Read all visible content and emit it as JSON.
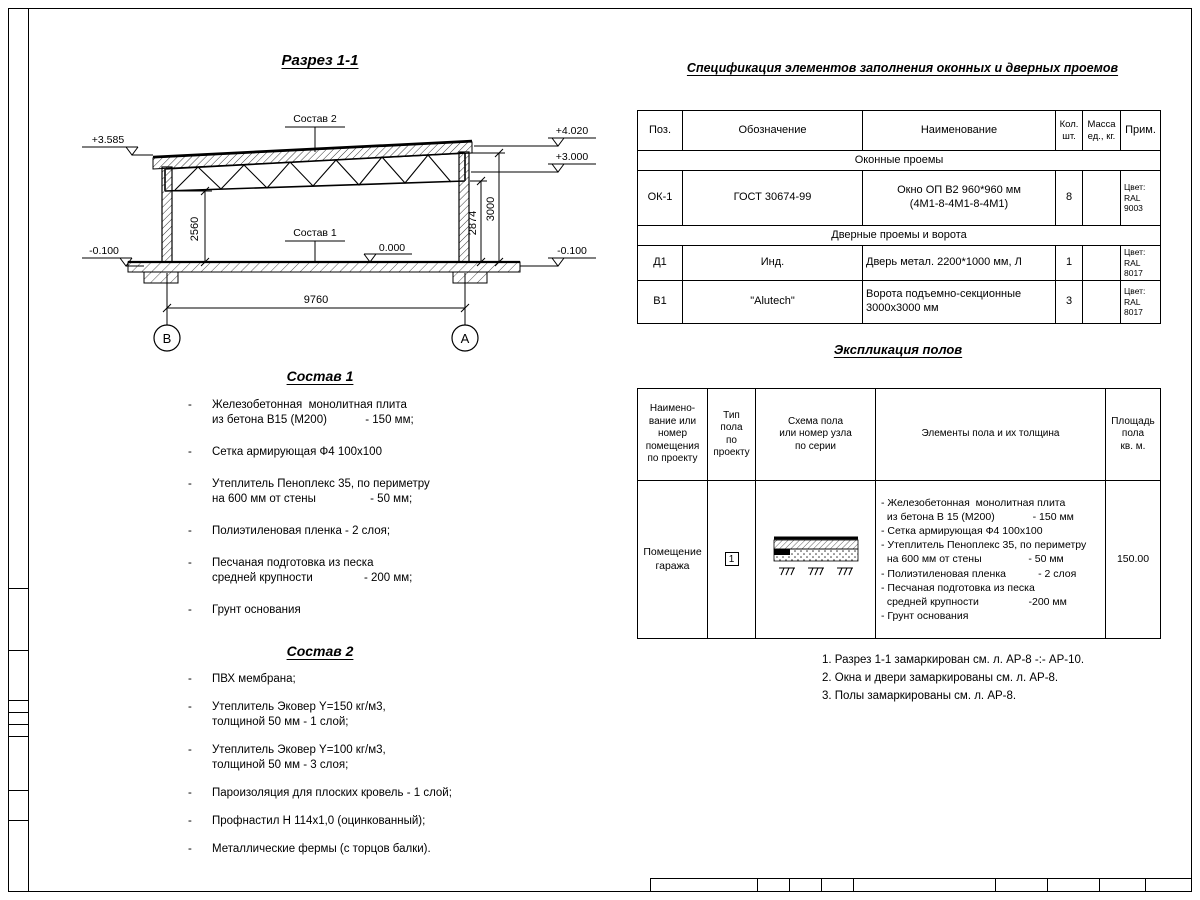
{
  "bullet": "-",
  "section": {
    "title": "Разрез 1-1",
    "labels": {
      "sostav2": "Состав 2",
      "sostav1": "Состав 1",
      "elev_left_top": "+3.585",
      "elev_right_top": "+4.020",
      "elev_right_mid": "+3.000",
      "elev_zero": "0.000",
      "elev_left_bottom": "-0.100",
      "elev_right_bottom": "-0.100",
      "dim_height_left": "2560",
      "dim_height_right_inner": "2874",
      "dim_height_right_outer": "3000",
      "dim_span": "9760",
      "axis_left": "В",
      "axis_right": "А"
    }
  },
  "sostav1": {
    "title": "Состав 1",
    "items": [
      "Железобетонная  монолитная плита\nиз бетона В15 (М200)            - 150 мм;",
      "Сетка армирующая Ф4 100х100",
      "Утеплитель Пеноплекс 35, по периметру\nна 600 мм от стены                 - 50 мм;",
      "Полиэтиленовая пленка - 2 слоя;",
      "Песчаная подготовка из песка\nсредней крупности                - 200 мм;",
      "Грунт основания"
    ]
  },
  "sostav2": {
    "title": "Состав 2",
    "items": [
      "ПВХ мембрана;",
      "Утеплитель Эковер Y=150 кг/м3,\nтолщиной 50 мм - 1 слой;",
      "Утеплитель Эковер Y=100 кг/м3,\nтолщиной 50 мм - 3 слоя;",
      "Пароизоляция для плоских кровель - 1 слой;",
      "Профнастил Н 114х1,0 (оцинкованный);",
      "Металлические фермы (с торцов балки)."
    ]
  },
  "spec_table": {
    "title": "Спецификация элементов заполнения оконных и дверных проемов",
    "headers": {
      "pos": "Поз.",
      "designation": "Обозначение",
      "name": "Наименование",
      "qty": "Кол.\nшт.",
      "mass": "Масса\nед., кг.",
      "note": "Прим."
    },
    "group1": "Оконные проемы",
    "group2": "Дверные проемы и ворота",
    "rows": [
      {
        "pos": "ОК-1",
        "designation": "ГОСТ 30674-99",
        "name": "Окно ОП В2 960*960 мм\n(4М1-8-4М1-8-4М1)",
        "qty": "8",
        "mass": "",
        "note": "Цвет:\nRAL 9003"
      },
      {
        "pos": "Д1",
        "designation": "Инд.",
        "name": "Дверь метал. 2200*1000 мм, Л",
        "qty": "1",
        "mass": "",
        "note": "Цвет:\nRAL 8017"
      },
      {
        "pos": "В1",
        "designation": "\"Alutech\"",
        "name": "Ворота подъемно-секционные\n3000х3000 мм",
        "qty": "3",
        "mass": "",
        "note": "Цвет:\nRAL 8017"
      }
    ]
  },
  "floors_table": {
    "title": "Экспликация полов",
    "headers": {
      "room": "Наимено-\nвание или\nномер\nпомещения\nпо проекту",
      "type": "Тип\nпола\nпо\nпроекту",
      "schema": "Схема пола\nили номер узла\nпо серии",
      "elements": "Элементы пола и их толщина",
      "area": "Площадь\nпола\nкв. м."
    },
    "row": {
      "room": "Помещение\nгаража",
      "type": "1",
      "elements": "- Железобетонная  монолитная плита\n  из бетона В 15 (М200)             - 150 мм\n- Сетка армирующая Ф4 100х100\n- Утеплитель Пеноплекс 35, по периметру\n  на 600 мм от стены                - 50 мм\n- Полиэтиленовая пленка           - 2 слоя\n- Песчаная подготовка из песка\n  средней крупности                 -200 мм\n- Грунт основания",
      "area": "150.00"
    }
  },
  "notes": [
    "1. Разрез 1-1 замаркирован см. л. АР-8 -:- АР-10.",
    "2. Окна и двери замаркированы см. л. АР-8.",
    "3. Полы замаркированы см. л. АР-8."
  ]
}
